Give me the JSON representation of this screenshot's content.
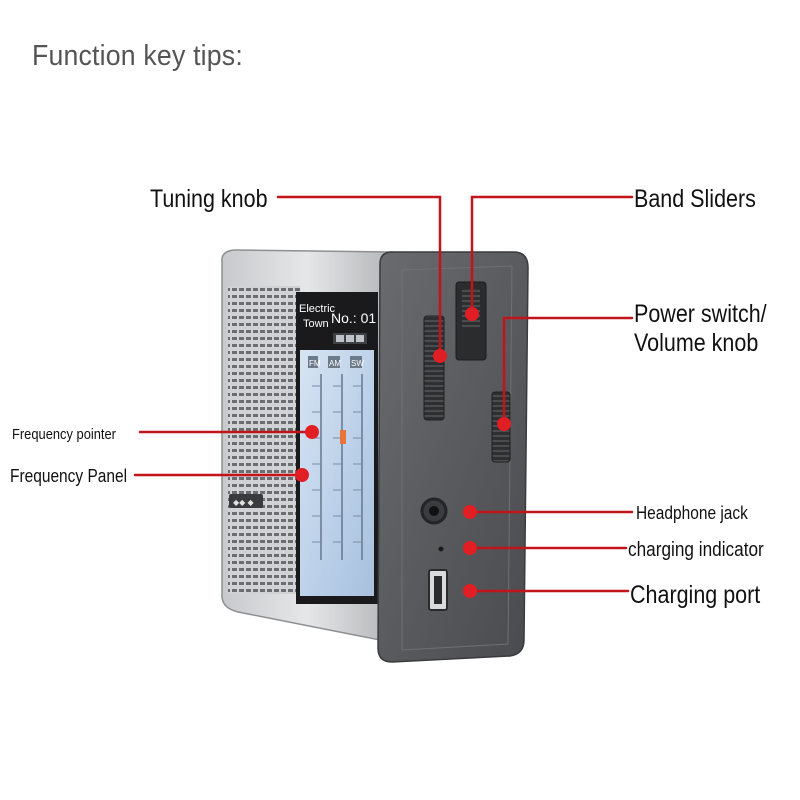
{
  "heading": "Function key tips:",
  "device": {
    "screen_title_line1": "Electric",
    "screen_title_line2": "Town",
    "screen_number": "No.: 01",
    "band_fm": "FM",
    "band_am": "AM",
    "band_sw": "SW"
  },
  "labels": {
    "tuning_knob": "Tuning knob",
    "band_sliders": "Band Sliders",
    "power_switch_line1": "Power switch/",
    "power_switch_line2": "Volume knob",
    "frequency_pointer": "Frequency pointer",
    "frequency_panel": "Frequency Panel",
    "headphone_jack": "Headphone jack",
    "charging_indicator": "charging indicator",
    "charging_port": "Charging port"
  },
  "colors": {
    "leader_line": "#c2151b",
    "marker_dot": "#e01e24",
    "device_body": "#5a5b5e",
    "panel_screen": "#b9cfe8"
  }
}
